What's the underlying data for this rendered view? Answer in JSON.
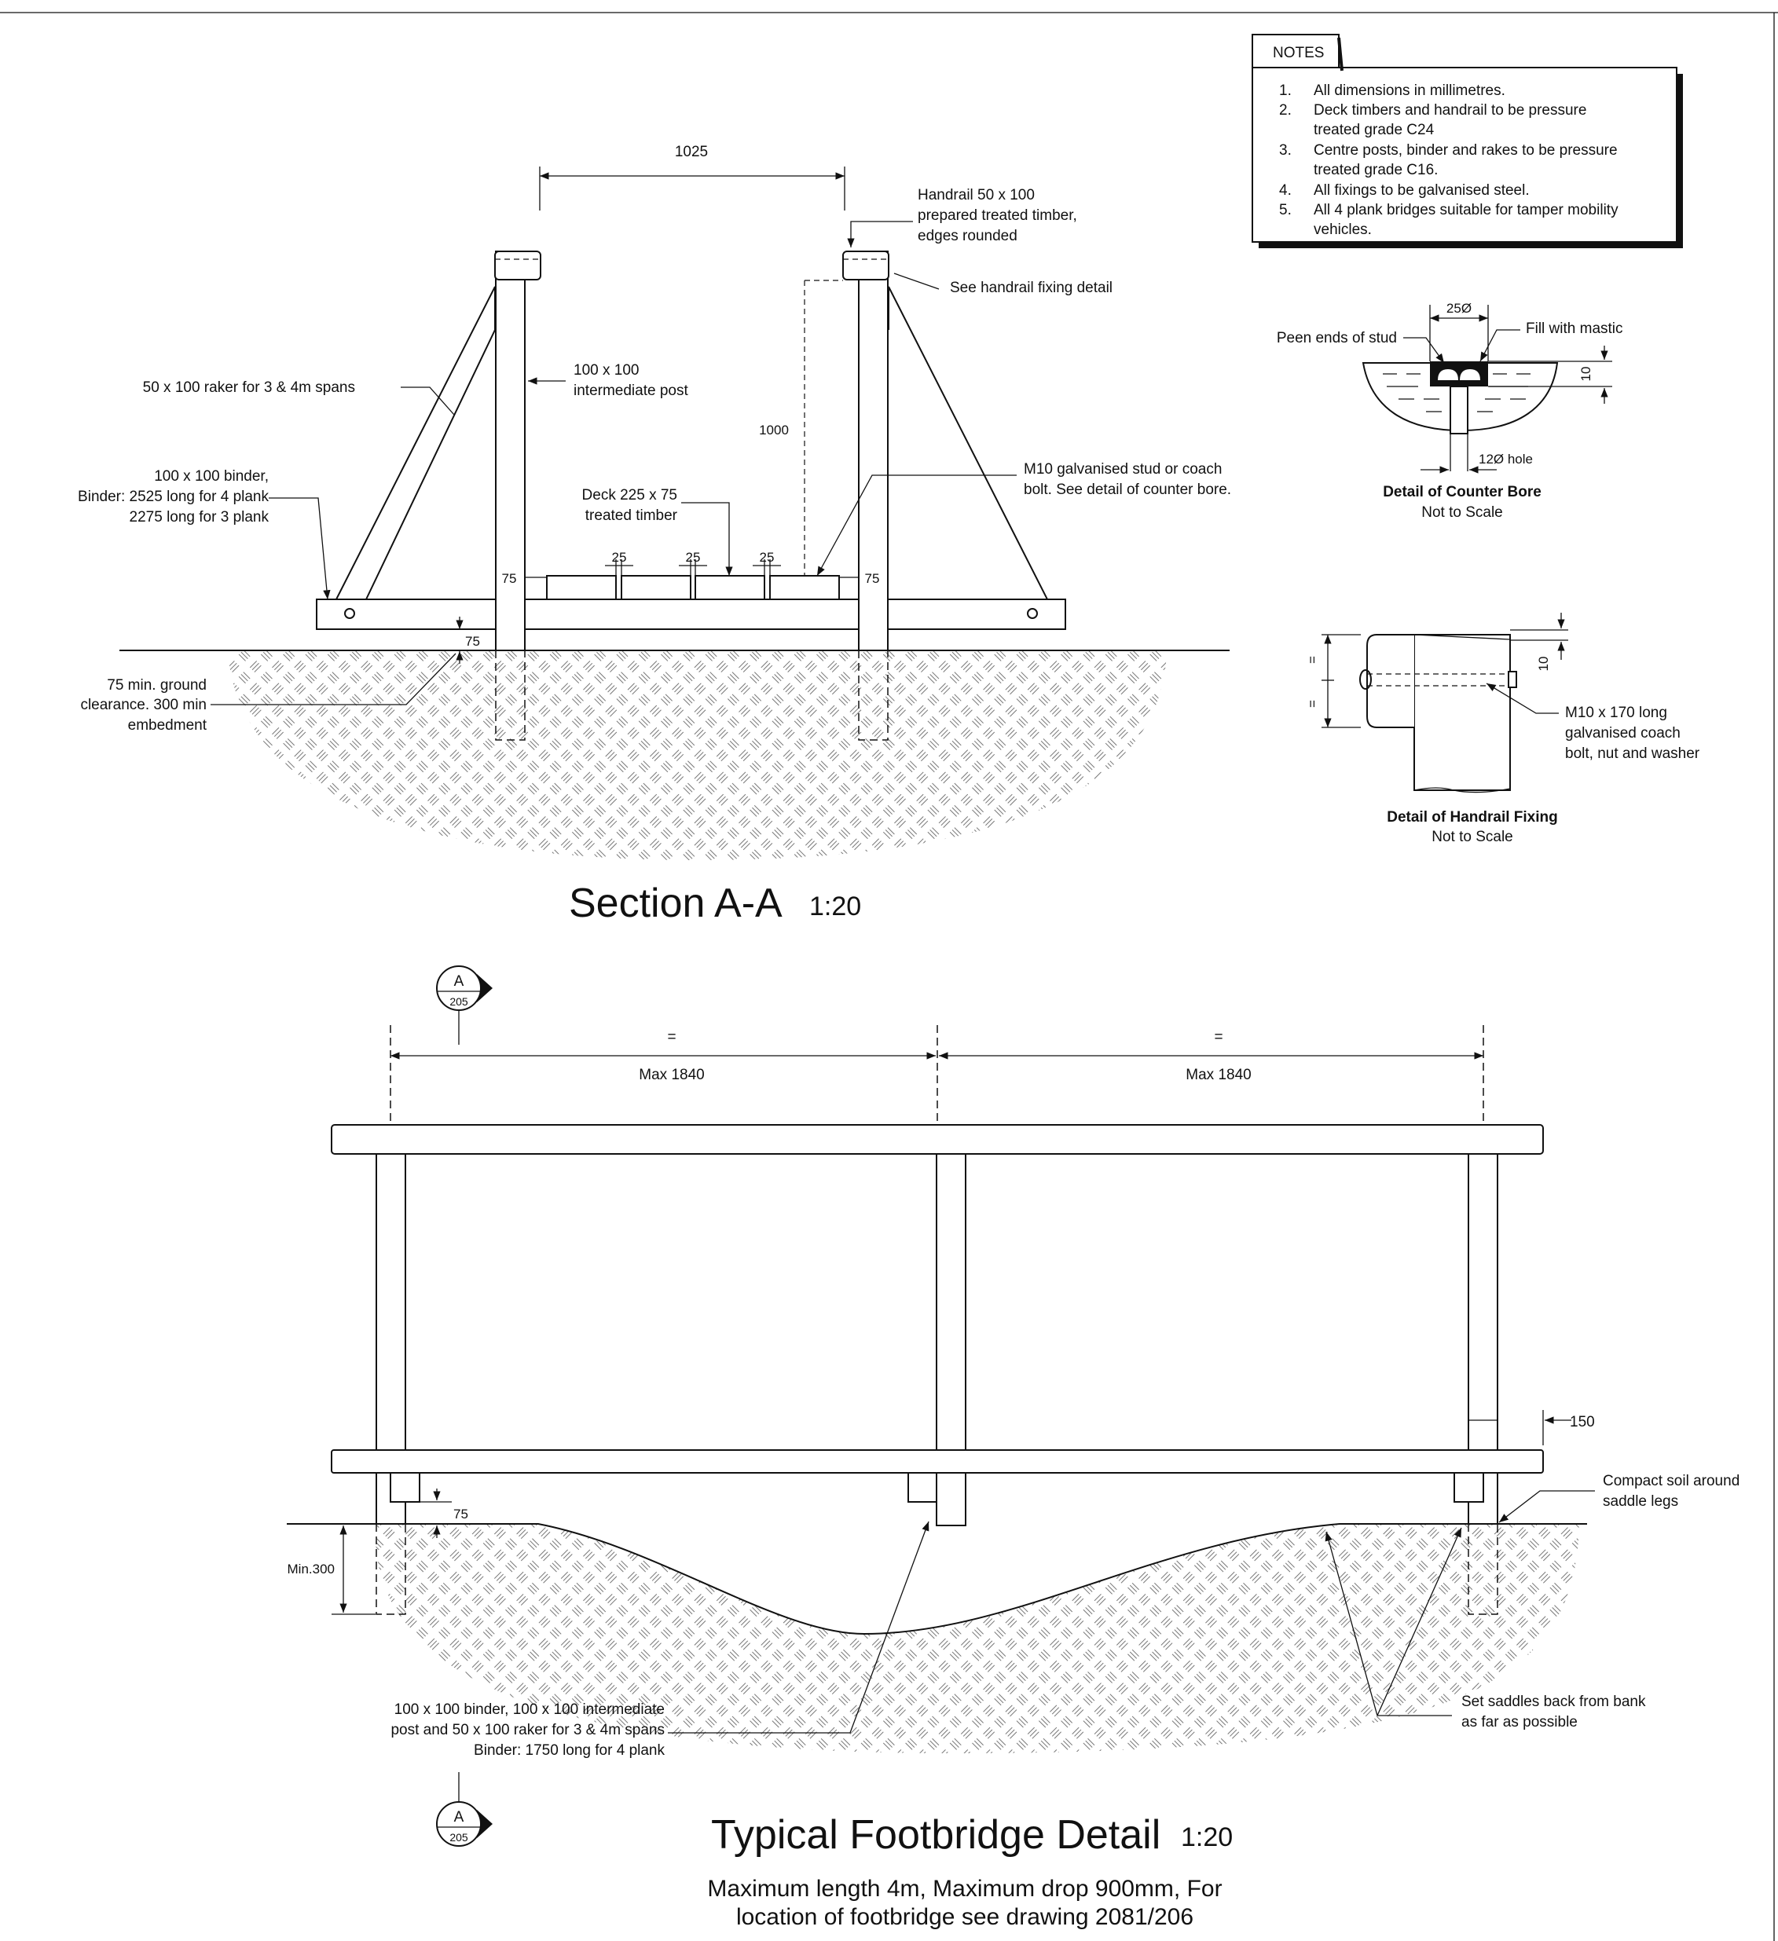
{
  "notes": {
    "title": "NOTES",
    "items": [
      {
        "num": "1.",
        "lines": [
          "All dimensions in millimetres."
        ]
      },
      {
        "num": "2.",
        "lines": [
          "Deck timbers and handrail to be pressure",
          "treated grade C24"
        ]
      },
      {
        "num": "3.",
        "lines": [
          "Centre posts, binder and rakes to be pressure",
          "treated grade C16."
        ]
      },
      {
        "num": "4.",
        "lines": [
          "All fixings to be galvanised steel."
        ]
      },
      {
        "num": "5.",
        "lines": [
          "All 4 plank bridges suitable for tamper mobility",
          "vehicles."
        ]
      }
    ]
  },
  "section": {
    "title": "Section A-A",
    "scale": "1:20",
    "dim_top": "1025",
    "dim_height": "1000",
    "dim_end_left": "75",
    "dim_end_right": "75",
    "gaps": [
      "25",
      "25",
      "25"
    ],
    "dim_clearance": "75",
    "labels": {
      "handrail": [
        "Handrail 50 x 100",
        "prepared treated timber,",
        "edges rounded"
      ],
      "handrail_fixing": "See handrail fixing detail",
      "raker": "50 x 100 raker for 3 & 4m spans",
      "post": [
        "100 x 100",
        "intermediate post"
      ],
      "binder": [
        "100 x 100 binder,",
        "Binder: 2525 long for 4 plank",
        "2275 long for 3 plank"
      ],
      "deck": [
        "Deck 225 x 75",
        "treated timber"
      ],
      "stud": [
        "M10 galvanised stud or coach",
        "bolt. See detail of counter bore."
      ],
      "ground": [
        "75 min. ground",
        "clearance. 300 min",
        "embedment"
      ]
    }
  },
  "counter_bore": {
    "title": "Detail of Counter Bore",
    "subtitle": "Not to Scale",
    "peen": "Peen ends of stud",
    "mastic": "Fill with mastic",
    "dia_top": "25Ø",
    "depth": "10",
    "hole": "12Ø  hole"
  },
  "handrail_fixing": {
    "title": "Detail of Handrail Fixing",
    "subtitle": "Not to Scale",
    "bolt": [
      "M10 x 170 long",
      "galvanised coach",
      "bolt, nut and washer"
    ],
    "dim": "10",
    "eq1": "=",
    "eq2": "="
  },
  "elevation": {
    "title": "Typical Footbridge Detail",
    "scale": "1:20",
    "subtitle": [
      "Maximum length 4m, Maximum drop 900mm, For",
      "location of footbridge see drawing 2081/206"
    ],
    "eq_left": "=",
    "eq_right": "=",
    "span_left": "Max 1840",
    "span_right": "Max 1840",
    "dim_150": "150",
    "dim_75": "75",
    "min300": "Min.300",
    "compact": [
      "Compact soil around",
      "saddle legs"
    ],
    "binder": [
      "100 x 100 binder, 100 x 100 intermediate",
      "post and 50 x 100 raker for 3 & 4m spans",
      "Binder: 1750 long for 4 plank"
    ],
    "saddles": [
      "Set saddles back from bank",
      "as far as possible"
    ]
  },
  "section_marker_top": {
    "letter": "A",
    "sheet": "205"
  },
  "section_marker_bottom": {
    "letter": "A",
    "sheet": "205"
  }
}
